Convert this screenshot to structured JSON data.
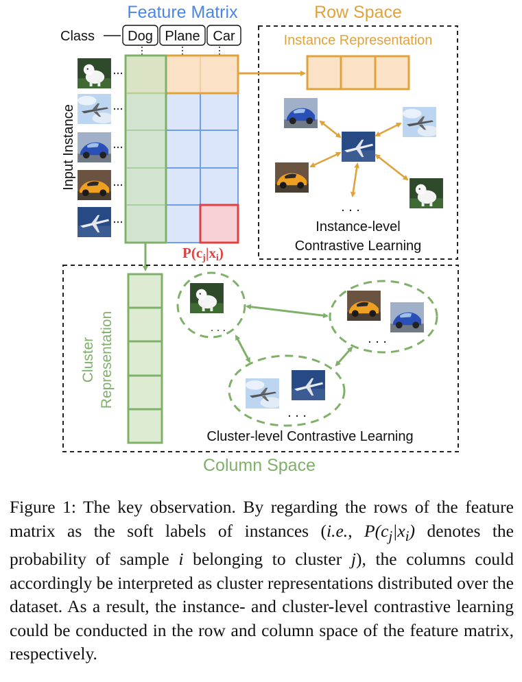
{
  "titles": {
    "feature_matrix": "Feature Matrix",
    "row_space": "Row Space",
    "column_space": "Column Space"
  },
  "class_label": "Class",
  "classes": [
    "Dog",
    "Plane",
    "Car"
  ],
  "input_instance_label": "Input Instance",
  "instance_representation_label": "Instance Representation",
  "instance_contrastive": {
    "line1": "Instance-level",
    "line2": "Contrastive Learning"
  },
  "probability_label": "P(c",
  "probability_sub_j": "j",
  "probability_mid": "|x",
  "probability_sub_i": "i",
  "probability_close": ")",
  "cluster_representation": {
    "line1": "Cluster",
    "line2": "Representation"
  },
  "cluster_contrastive_label": "Cluster-level Contrastive Learning",
  "ellipsis": ". . .",
  "caption": {
    "prefix": "Figure 1: The key observation. By regarding the rows of the feature matrix as the soft labels of instances (",
    "ie": "i.e.",
    "mid1": ", ",
    "math": "P(c",
    "math_sub_j": "j",
    "math_mid": "|x",
    "math_sub_i": "i",
    "math_close": ")",
    "mid2": " denotes the probability of sample ",
    "var_i": "i",
    "mid3": " belonging to cluster ",
    "var_j": "j",
    "suffix": "), the columns could accordingly be interpreted as cluster representations distributed over the dataset. As a result, the instance- and cluster-level contrastive learning could be conducted in the row and column space of the feature matrix, respectively."
  },
  "colors": {
    "blue_title": "#4a86e8",
    "orange": "#e0a23a",
    "green": "#7fb069",
    "red": "#e06060",
    "grid_blue": "#6d9eeb",
    "cell_blue": "#dbe6fb"
  },
  "thumbnails": [
    "dog-photo",
    "plane-photo",
    "car-blue-photo",
    "car-orange-photo",
    "plane-dark-photo"
  ]
}
